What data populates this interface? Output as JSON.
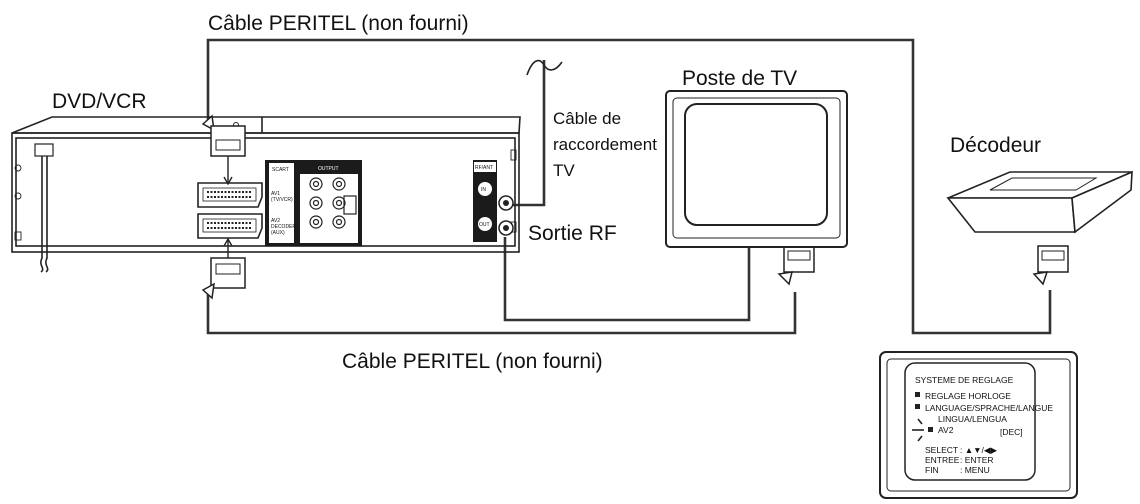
{
  "labels": {
    "cable_top": "Câble PERITEL (non fourni)",
    "cable_bottom": "Câble PERITEL (non fourni)",
    "dvd_vcr": "DVD/VCR",
    "tv": "Poste de TV",
    "decoder": "Décodeur",
    "antenna_cable": [
      "Câble de",
      "raccordement",
      "TV"
    ],
    "rf_out": "Sortie RF"
  },
  "panel": {
    "scart": "SCART",
    "output": "OUTPUT",
    "rf_antenna": "RF/ANT",
    "in": "IN",
    "out": "OUT",
    "av1": [
      "AV1",
      "(TV/VCR)"
    ],
    "av2": [
      "AV2",
      "DECODER",
      "(AUX)"
    ]
  },
  "osd_screen": {
    "title": "SYSTEME DE REGLAGE",
    "items": [
      "REGLAGE HORLOGE",
      "LANGUAGE/SPRACHE/LANGUE",
      "LINGUA/LENGUA"
    ],
    "selected": "AV2",
    "selected_value": "[DEC]",
    "keys": [
      [
        "SELECT",
        ": ▲▼/◀▶"
      ],
      [
        "ENTREE",
        ": ENTER"
      ],
      [
        "FIN",
        ": MENU"
      ]
    ]
  }
}
